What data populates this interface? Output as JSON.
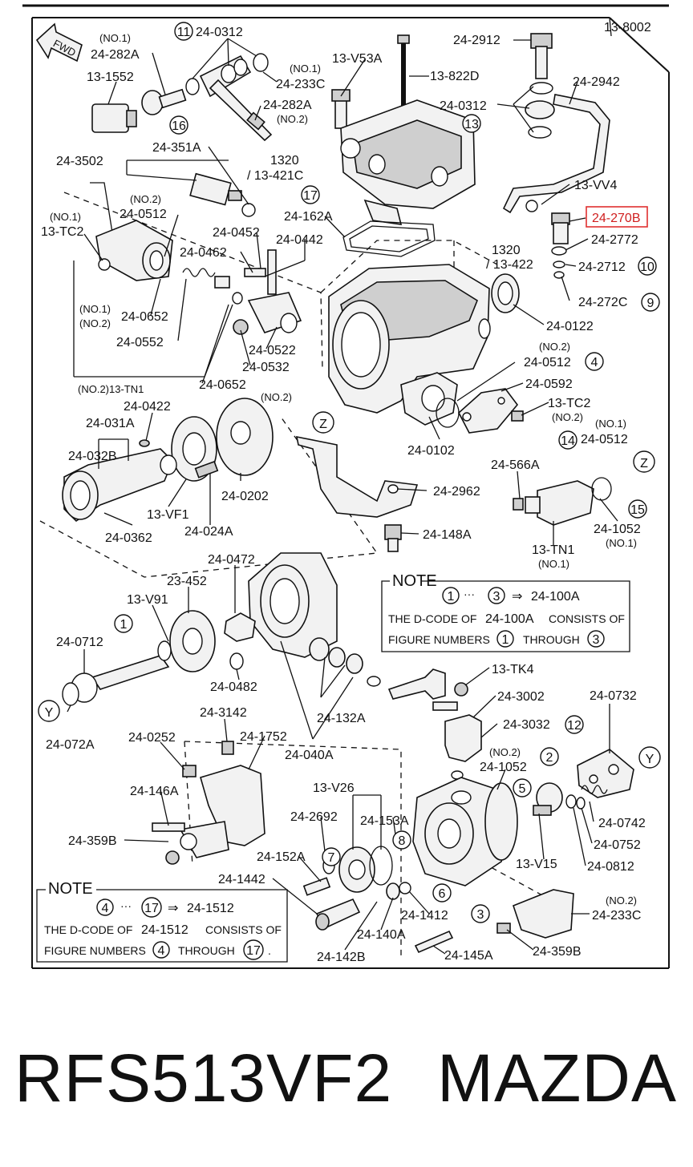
{
  "sheet": {
    "ref": "13-8002",
    "fwd": "FWD"
  },
  "labels": {
    "l_24_0312_top": "24-0312",
    "l_no1_a": "(NO.1)",
    "l_24_282A": "24-282A",
    "l_13_1552": "13-1552",
    "l_no1_b": "(NO.1)",
    "l_24_233C_top": "24-233C",
    "l_13_V53A": "13-V53A",
    "l_13_822D": "13-822D",
    "l_24_2912": "24-2912",
    "l_24_2942": "24-2942",
    "l_24_0312_r": "24-0312",
    "l_24_282A_b": "24-282A",
    "l_no2_a": "(NO.2)",
    "l_24_3502": "24-3502",
    "l_24_351A": "24-351A",
    "l_1320_a": "1320",
    "l_13_421C": "/ 13-421C",
    "l_13_VV4": "13-VV4",
    "l_no2_b": "(NO.2)",
    "l_24_0512_a": "24-0512",
    "l_no1_c": "(NO.1)",
    "l_13_TC2_a": "13-TC2",
    "l_24_162A": "24-162A",
    "l_24_270B": "24-270B",
    "l_24_2772": "24-2772",
    "l_24_0452": "24-0452",
    "l_24_0442": "24-0442",
    "l_1320_b": "1320",
    "l_13_422": "/ 13-422",
    "l_24_0462": "24-0462",
    "l_24_2712": "24-2712",
    "l_24_272C": "24-272C",
    "l_no1_d": "(NO.1)",
    "l_no2_c": "(NO.2)",
    "l_24_0652_a": "24-0652",
    "l_24_0552": "24-0552",
    "l_24_0122": "24-0122",
    "l_24_0522": "24-0522",
    "l_24_0532": "24-0532",
    "l_no2_d": "(NO.2)",
    "l_24_0512_b": "24-0512",
    "l_no2_tn1": "(NO.2)13-TN1",
    "l_24_0652_b": "24-0652",
    "l_no2_e": "(NO.2)",
    "l_24_0592": "24-0592",
    "l_24_0422": "24-0422",
    "l_13_TC2_b": "13-TC2",
    "l_no2_f": "(NO.2)",
    "l_24_031A": "24-031A",
    "l_no1_e": "(NO.1)",
    "l_24_0512_c": "24-0512",
    "l_24_0102": "24-0102",
    "l_24_032B": "24-032B",
    "l_24_566A": "24-566A",
    "l_24_2962": "24-2962",
    "l_13_VF1": "13-VF1",
    "l_24_0202": "24-0202",
    "l_24_0362": "24-0362",
    "l_24_024A": "24-024A",
    "l_24_148A": "24-148A",
    "l_24_1052_a": "24-1052",
    "l_no1_f": "(NO.1)",
    "l_13_TN1": "13-TN1",
    "l_no1_g": "(NO.1)",
    "l_24_0472": "24-0472",
    "l_23_452": "23-452",
    "l_13_V91": "13-V91",
    "l_24_0712": "24-0712",
    "l_24_0482": "24-0482",
    "l_13_TK4": "13-TK4",
    "l_24_3002": "24-3002",
    "l_24_0732": "24-0732",
    "l_24_072A": "24-072A",
    "l_24_3142": "24-3142",
    "l_24_1752": "24-1752",
    "l_24_132A": "24-132A",
    "l_24_3032": "24-3032",
    "l_24_0252": "24-0252",
    "l_24_040A": "24-040A",
    "l_no2_g": "(NO.2)",
    "l_24_1052_b": "24-1052",
    "l_13_V26": "13-V26",
    "l_24_146A": "24-146A",
    "l_24_2692": "24-2692",
    "l_24_153A": "24-153A",
    "l_24_0742": "24-0742",
    "l_24_359B_l": "24-359B",
    "l_24_0752": "24-0752",
    "l_24_152A": "24-152A",
    "l_13_V15": "13-V15",
    "l_24_0812": "24-0812",
    "l_24_1442": "24-1442",
    "l_no2_h": "(NO.2)",
    "l_24_233C_b": "24-233C",
    "l_24_1412": "24-1412",
    "l_24_140A": "24-140A",
    "l_24_359B_r": "24-359B",
    "l_24_142B": "24-142B",
    "l_24_145A": "24-145A"
  },
  "callouts": {
    "c1": "1",
    "c2": "2",
    "c3": "3",
    "c4": "4",
    "c5": "5",
    "c6": "6",
    "c7": "7",
    "c8": "8",
    "c9": "9",
    "c10": "10",
    "c11": "11",
    "c12": "12",
    "c13": "13",
    "c14": "14",
    "c15": "15",
    "c16": "16",
    "c17": "17",
    "z": "Z",
    "y": "Y"
  },
  "note1": {
    "title": "NOTE",
    "from": "1",
    "dots": "···",
    "to": "3",
    "arrow": "⇒",
    "code": "24-100A",
    "line2a": "THE D-CODE OF",
    "line2b": "24-100A",
    "line2c": "CONSISTS OF",
    "line3a": "FIGURE NUMBERS",
    "line3b": "1",
    "line3c": "THROUGH",
    "line3d": "3"
  },
  "note2": {
    "title": "NOTE",
    "from": "4",
    "dots": "···",
    "to": "17",
    "arrow": "⇒",
    "code": "24-1512",
    "line2a": "THE D-CODE OF",
    "line2b": "24-1512",
    "line2c": "CONSISTS OF",
    "line3a": "FIGURE NUMBERS",
    "line3b": "4",
    "line3c": "THROUGH",
    "line3d": "17",
    "line3e": "."
  },
  "caption": {
    "part_number": "RFS513VF2",
    "brand": "MAZDA"
  },
  "highlight": {
    "color": "#e03030"
  }
}
